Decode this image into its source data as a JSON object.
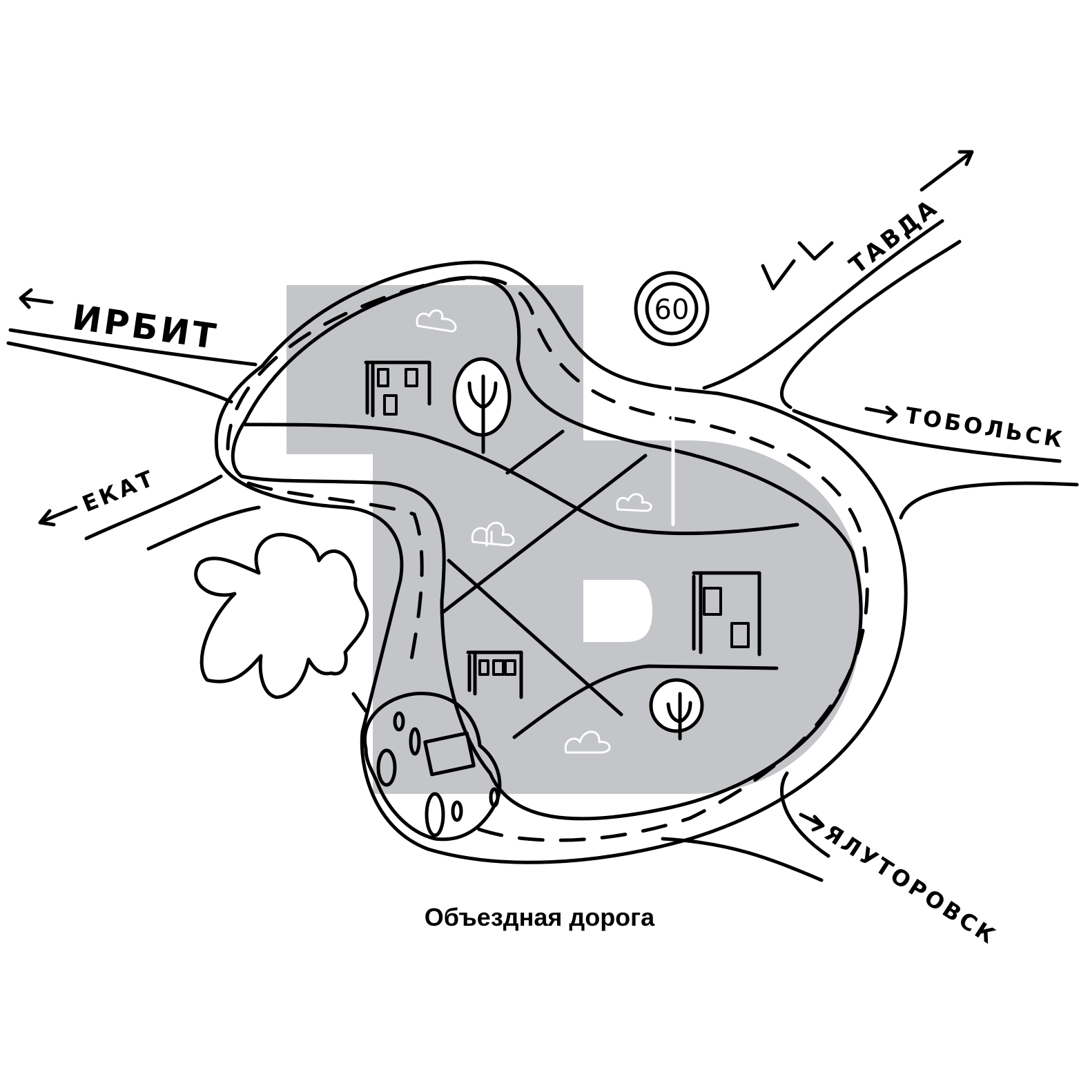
{
  "caption": "Объездная дорога",
  "speed_limit_sign": "60",
  "destinations": {
    "irbit": "ИРБИТ",
    "ekat": "ЕКАТ",
    "tavda": "ТАВДА",
    "tobolsk": "ТОБОЛЬСК",
    "yalutorovsk": "ЯЛУТОРОВСК"
  },
  "colors": {
    "city_fill": "#c4c5c8",
    "ink": "#000000",
    "background": "#ffffff"
  },
  "icons": [
    "city-logo-shape",
    "speed-limit-sign",
    "tree-icon",
    "building-icon",
    "bush-icon",
    "car-icon",
    "cloud-icon",
    "arrow-icon",
    "bird-icon"
  ]
}
